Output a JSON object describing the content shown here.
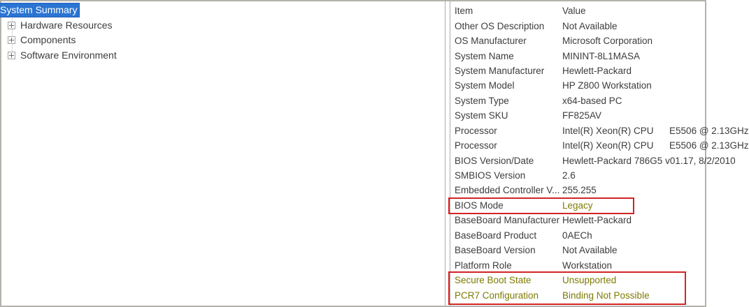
{
  "colors": {
    "selection_bg": "#2b74d2",
    "selection_border": "#1d5fb8",
    "annotation_red": "#d32424",
    "highlight_olive": "#7e7b00"
  },
  "tree": {
    "items": [
      {
        "label": "System Summary",
        "selected": true,
        "expandable": false
      },
      {
        "label": "Hardware Resources",
        "selected": false,
        "expandable": true
      },
      {
        "label": "Components",
        "selected": false,
        "expandable": true
      },
      {
        "label": "Software Environment",
        "selected": false,
        "expandable": true
      }
    ]
  },
  "table": {
    "headers": {
      "item": "Item",
      "value": "Value"
    },
    "rows": [
      {
        "item": "Other OS Description",
        "value": "Not Available"
      },
      {
        "item": "OS Manufacturer",
        "value": "Microsoft Corporation"
      },
      {
        "item": "System Name",
        "value": "MININT-8L1MASA"
      },
      {
        "item": "System Manufacturer",
        "value": "Hewlett-Packard"
      },
      {
        "item": "System Model",
        "value": "HP Z800 Workstation"
      },
      {
        "item": "System Type",
        "value": "x64-based PC"
      },
      {
        "item": "System SKU",
        "value": "FF825AV"
      },
      {
        "item": "Processor",
        "value": "Intel(R) Xeon(R) CPU      E5506 @ 2.13GHz"
      },
      {
        "item": "Processor",
        "value": "Intel(R) Xeon(R) CPU      E5506 @ 2.13GHz"
      },
      {
        "item": "BIOS Version/Date",
        "value": "Hewlett-Packard 786G5 v01.17, 8/2/2010"
      },
      {
        "item": "SMBIOS Version",
        "value": "2.6"
      },
      {
        "item": "Embedded Controller V...",
        "value": "255.255"
      },
      {
        "item": "BIOS Mode",
        "value": "Legacy",
        "value_olive": true
      },
      {
        "item": "BaseBoard Manufacturer",
        "value": "Hewlett-Packard"
      },
      {
        "item": "BaseBoard Product",
        "value": "0AECh"
      },
      {
        "item": "BaseBoard Version",
        "value": "Not Available"
      },
      {
        "item": "Platform Role",
        "value": "Workstation"
      },
      {
        "item": "Secure Boot State",
        "value": "Unsupported",
        "item_olive": true,
        "value_olive": true
      },
      {
        "item": "PCR7 Configuration",
        "value": "Binding Not Possible",
        "item_olive": true,
        "value_olive": true
      }
    ]
  }
}
